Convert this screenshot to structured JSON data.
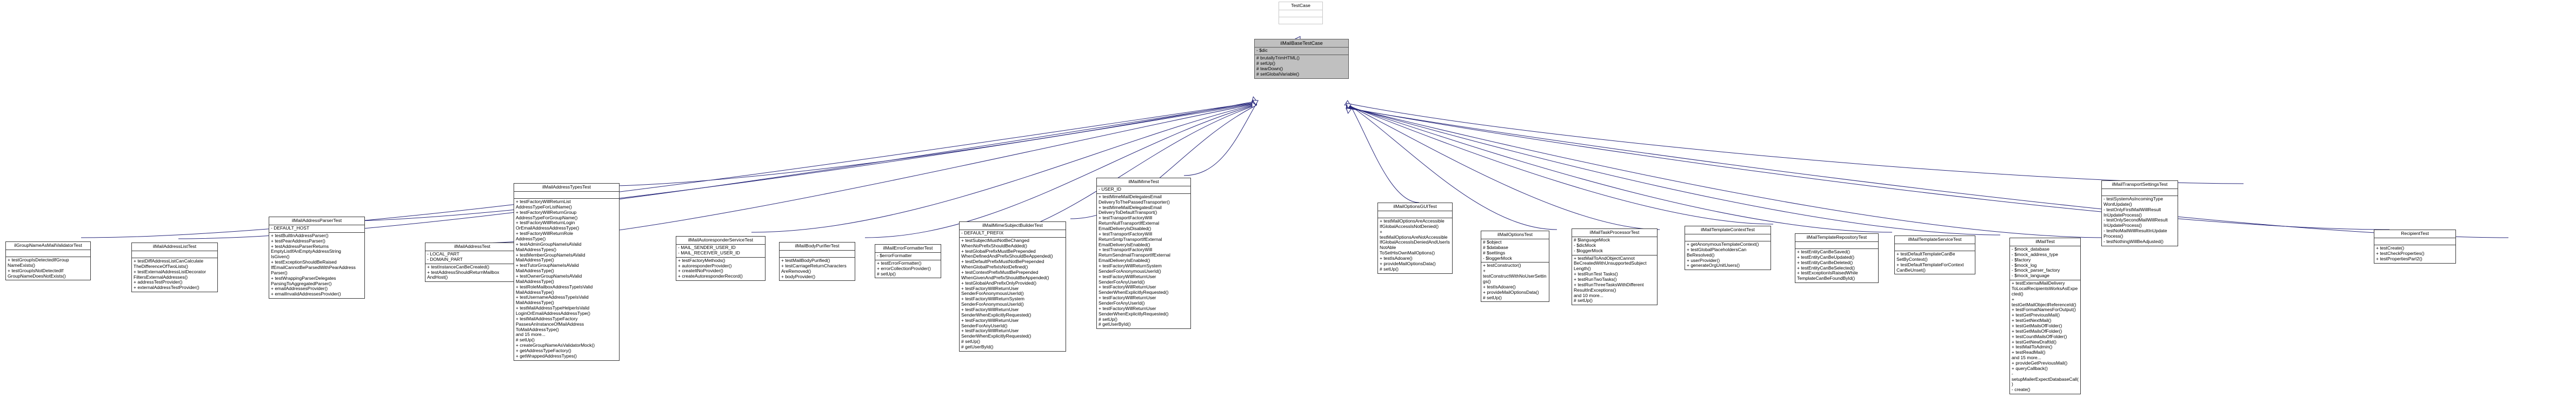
{
  "diagram": {
    "title": "ilMailBaseTestCase",
    "kind": "uml-inheritance-diagram",
    "colors": {
      "edge": "#26267a",
      "node_border": "#3a3a3a",
      "root_fill": "#c0c0c0",
      "ancestor_border": "#c8c8c8",
      "background": "#ffffff"
    },
    "ancestor": {
      "name": "TestCase",
      "attributes": [],
      "operations": []
    },
    "root": {
      "name": "ilMailBaseTestCase",
      "attributes": [
        "- $dic"
      ],
      "operations": [
        "# brutallyTrimHTML()",
        "# setUp()",
        "# tearDown()",
        "# setGlobalVariable()"
      ]
    },
    "subclasses": [
      {
        "name": "ilGroupNameAsMailValidatorTest",
        "attributes": [],
        "operations": [
          "+ testGroupIsDetectedIfGroup",
          "NameExists()",
          "+ testGroupIsNotDetectedIf",
          "GroupNameDoesNotExists()"
        ]
      },
      {
        "name": "ilMailAddressListTest",
        "attributes": [],
        "operations": [
          "+ testDiffAddressListCanCalculate",
          "TheDifferenceOfTwoLists()",
          "+ testExternalAddressListDecorator",
          "FiltersExternalAddresses()",
          "+ addressTestProvider()",
          "+ externalAddressTestProvider()"
        ]
      },
      {
        "name": "ilMailAddressParserTest",
        "attributes": [
          "- DEFAULT_HOST"
        ],
        "operations": [
          "+ testBuiltInAddressParser()",
          "+ testPearAddressParser()",
          "+ testAddressParserReturns",
          "EmptyListIfAnEmptyAddressString",
          "IsGiven()",
          "+ testExceptionShouldBeRaised",
          "IfEmailCannotBeParsedWithPearAddress",
          "Parser()",
          "+ testWrappingParserDelegates",
          "ParsingToAggregatedParser()",
          "+ emailAddressesProvider()",
          "+ emailInvalidAddressesProvider()"
        ]
      },
      {
        "name": "ilMailAddressTest",
        "attributes": [
          "- LOCAL_PART",
          "- DOMAIN_PART"
        ],
        "operations": [
          "+ testInstanceCanBeCreated()",
          "+ testAddressShouldReturnMailbox",
          "AndHost()"
        ]
      },
      {
        "name": "ilMailAddressTypesTest",
        "attributes": [],
        "operations": [
          "+ testFactoryWillReturnList",
          "AddressTypeForListName()",
          "+ testFactoryWillReturnGroup",
          "AddressTypeForGroupName()",
          "+ testFactoryWillReturnLogin",
          "OrEmailAddressAddressType()",
          "+ testFactoryWillReturnRole",
          "AddressType()",
          "+ testAdminGroupNameIsAValid",
          "MailAddressTypes()",
          "+ testMemberGroupNameIsAValid",
          "MailAddressType()",
          "+ testTutorGroupNameIsAValid",
          "MailAddressType()",
          "+ testOwnerGroupNameIsAValid",
          "MailAddressType()",
          "+ testRoleMailboxAddressTypeIsValid",
          "MailAddressType()",
          "+ testUsernameAddressTypeIsValid",
          "MailAddressType()",
          "+ testMailAddressTypeHelperIsValid",
          "LoginOrEmailAddressAddressType()",
          "+ testMailAddressTypeFactory",
          "PassesAnInstanceOfMailAddress",
          "ToMailAddressType()",
          "and 15 more...",
          "# setUp()",
          "+ createGroupNameAsValidatorMock()",
          "+ getAddressTypeFactory()",
          "+ getWrappedAddressTypes()"
        ]
      },
      {
        "name": "ilMailAutoresponderServiceTest",
        "attributes": [
          "- MAIL_SENDER_USER_ID",
          "- MAIL_RECEIVER_USER_ID"
        ],
        "operations": [
          "+ testFactoryMethods()",
          "+ autoresponderProvider()",
          "+ createItNoProvider()",
          "+ createAutoresponderRecord()"
        ]
      },
      {
        "name": "ilMailBodyPurifierTest",
        "attributes": [],
        "operations": [
          "+ testMailBodyPurified()",
          "+ testCarriageReturnCharacters",
          "AreRemoved()",
          "+ bodyProvider()"
        ]
      },
      {
        "name": "ilMailErrorFormatterTest",
        "attributes": [
          "- $errorFormatter"
        ],
        "operations": [
          "+ testErrorFormatter()",
          "+ errorCollectionProvider()",
          "# setUp()"
        ]
      },
      {
        "name": "ilMailMimeSubjectBuilderTest",
        "attributes": [
          "- DEFAULT_PREFIX"
        ],
        "operations": [
          "+ testSubjectMustNotBeChanged",
          "WhenNoPrefixShouldBeAdded()",
          "+ testGlobalPrefixMustBePrepended",
          "WhenDefinedAndPrefixShouldBeAppended()",
          "+ testDefaultPrefixMustNotBePrepended",
          "WhenGlobalPrefixIsNotDefined()",
          "+ testContextPrefixMustBePrepended",
          "WhenGivenAndPrefixShouldBeAppended()",
          "+ testGlobalAndPrefixOnlyProvided()",
          "+ testFactoryWillReturnUser",
          "SenderForAnonymousUserId()",
          "+ testFactoryWillReturnSystem",
          "SenderForAnonymousUserId()",
          "+ testFactoryWillReturnUser",
          "SenderWhenExplicitlyRequested()",
          "+ testFactoryWillReturnUser",
          "SenderForAnyUserId()",
          "+ testFactoryWillReturnUser",
          "SenderWhenExplicitlyRequested()",
          "# setUp()",
          "# getUserById()"
        ]
      },
      {
        "name": "ilMailMimeTest",
        "attributes": [
          "- USER_ID"
        ],
        "operations": [
          "+ testMimeMailDelegatesEmail",
          "DeliveryToThePassedTransporter()",
          "+ testMimeMailDelegatesEmail",
          "DeliveryToDefaultTransport()",
          "+ testTransportFactoryWill",
          "ReturnNullTransportIfExternal",
          "EmailDeliveryIsDisabled()",
          "+ testTransportFactoryWill",
          "ReturnSmtpTransportIfExternal",
          "EmailDeliveryIsEnabled()",
          "+ testTransportFactoryWill",
          "ReturnSendmailTransportIfExternal",
          "EmailDeliveryIsEnabled()",
          "+ testFactoryWillReturnSystem",
          "SenderForAnonymousUserId()",
          "+ testFactoryWillReturnUser",
          "SenderForAnyUserId()",
          "+ testFactoryWillReturnUser",
          "SenderWhenExplicitlyRequested()",
          "+ testFactoryWillReturnUser",
          "SenderForAnyUserId()",
          "+ testFactoryWillReturnUser",
          "SenderWhenExplicitlyRequested()",
          "# setUp()",
          "# getUserById()"
        ]
      },
      {
        "name": "ilMailOptionsGUITest",
        "attributes": [],
        "operations": [
          "+ testMailOptionsAreAccessible",
          "IfGlobalAccessIsNotDenied()",
          "+ testMailOptionsAreNotAccessible",
          "IfGlobalAccessIsDeniedAndUserIsNotAble",
          "ToSetHisOwnMailOptions()",
          "+ testIsAdoare()",
          "+ provideMailOptionsData()",
          "# setUp()"
        ]
      },
      {
        "name": "ilMailOptionsTest",
        "attributes": [
          "# $object",
          "# $database",
          "# $settings",
          "- $loggerMock"
        ],
        "operations": [
          "+ testConstructor()",
          "+ testConstructWithNoUserSettings()",
          "+ testIsAdoare()",
          "+ provideMailOptionsData()",
          "# setUp()"
        ]
      },
      {
        "name": "ilMailTaskProcessorTest",
        "attributes": [
          "# $languageMock",
          "- $dicMock",
          "- $loggerMock"
        ],
        "operations": [
          "+ testMailToAndObjectCannot",
          "BeCreatedWithUnsupportedSubject",
          "Length()",
          "+ testRunTest Tasks()",
          "+ testRunTwoTasks()",
          "+ testRunThreeTasksWithDifferent",
          "ResultInExceptions()",
          "and 10 more...",
          "# setUp()"
        ]
      },
      {
        "name": "ilMailTemplateContextTest",
        "attributes": [],
        "operations": [
          "+ getAnonymousTemplateContext()",
          "+ testGlobalPlaceholdersCan",
          "BeResolved()",
          "+ userProvider()",
          "+ generateOrgUnitUsers()"
        ]
      },
      {
        "name": "ilMailTemplateRepositoryTest",
        "attributes": [],
        "operations": [
          "+ testEntityCanBeSaved()",
          "+ testEntityCanBeUpdated()",
          "+ testEntityCanBeDeleted()",
          "+ testEntityCanBeSelected()",
          "+ testExceptionIsRaisedWhile",
          "TemplateCanBeFoundById()"
        ]
      },
      {
        "name": "ilMailTemplateServiceTest",
        "attributes": [],
        "operations": [
          "+ testDefaultTemplateCanBe",
          "SetByContext()",
          "+ testDefaultTemplateForContext",
          "CanBeUnset()"
        ]
      },
      {
        "name": "ilMailTest",
        "attributes": [
          "- $mock_database",
          "- $mock_address_type",
          "- $factory",
          "- $mock_log",
          "- $mock_parser_factory",
          "- $mock_language"
        ],
        "operations": [
          "+ testExternalMailDelivery",
          "ToLocalRecipientsWorksAsExpected()",
          "+ testGetMailObjectReferenceId()",
          "+ testFormatNamesForOutput()",
          "+ testGetPreviousMail()",
          "+ testGetNextMail()",
          "+ testGetMailsOfFolder()",
          "+ testGetMailsOfFolder()",
          "+ testCountMailsOfFolder()",
          "+ testGetNewDraftId()",
          "+ testMailToAdmin()",
          "+ testReadMail()",
          "and 15 more...",
          "+ provideGetPreviousMail()",
          "+ queryCallback()",
          "- setupMailerExpectDatabaseCall()",
          "- create()"
        ]
      },
      {
        "name": "ilMailTransportSettingsTest",
        "attributes": [],
        "operations": [
          "- testSystemAsIncomingType",
          "WontUpdate()",
          "- testOnlyFirstMailWillResult",
          "InUpdateProcess()",
          "- testOnlySecondMailWillResult",
          "InUpdateProcess()",
          "- testNoMailWillResultInUpdate",
          "Process()",
          "- testNothingWillBeAdjusted()"
        ]
      },
      {
        "name": "RecipientTest",
        "attributes": [],
        "operations": [
          "+ testCreate()",
          "+ testCheckProperties()",
          "+ testPropertiesPart2()"
        ]
      }
    ]
  }
}
